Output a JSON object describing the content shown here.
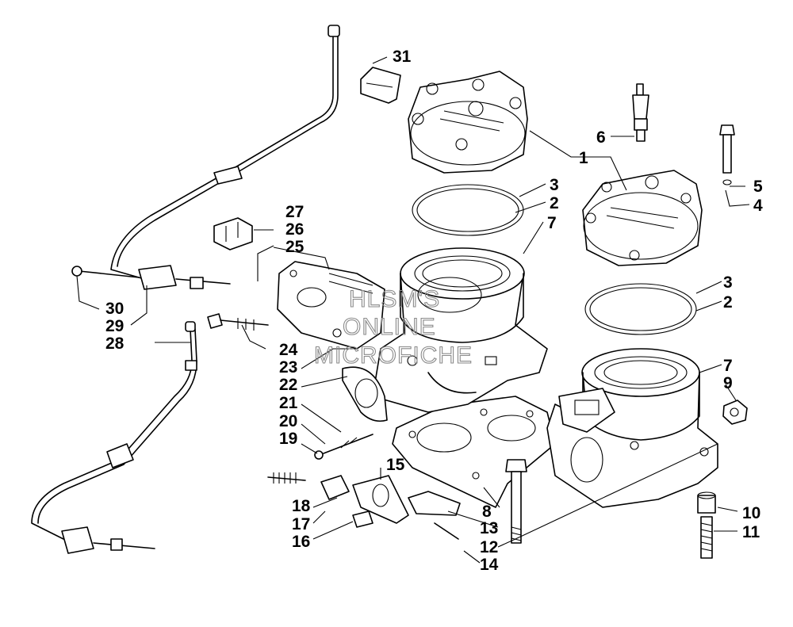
{
  "watermark": [
    "HLSM'S",
    "ONLINE",
    "MICROFICHE"
  ],
  "callouts": {
    "c1": "1",
    "c2a": "2",
    "c2b": "2",
    "c3a": "3",
    "c3b": "3",
    "c4": "4",
    "c5": "5",
    "c6": "6",
    "c7a": "7",
    "c7b": "7",
    "c8": "8",
    "c9": "9",
    "c10": "10",
    "c11": "11",
    "c12": "12",
    "c13": "13",
    "c14": "14",
    "c15": "15",
    "c16": "16",
    "c17": "17",
    "c18": "18",
    "c19": "19",
    "c20": "20",
    "c21": "21",
    "c22": "22",
    "c23": "23",
    "c24": "24",
    "c25": "25",
    "c26": "26",
    "c27": "27",
    "c28": "28",
    "c29": "29",
    "c30": "30",
    "c31": "31"
  },
  "parts": [
    {
      "id": "cylinder-head-left",
      "label": "1"
    },
    {
      "id": "cylinder-head-right",
      "label": "1"
    },
    {
      "id": "o-ring",
      "label": "2"
    },
    {
      "id": "gasket-ring",
      "label": "3"
    },
    {
      "id": "washer",
      "label": "4"
    },
    {
      "id": "head-bolt",
      "label": "5"
    },
    {
      "id": "spark-plug",
      "label": "6"
    },
    {
      "id": "cylinder",
      "label": "7"
    },
    {
      "id": "base-gasket",
      "label": "8"
    },
    {
      "id": "flange-nut",
      "label": "9"
    },
    {
      "id": "spacer",
      "label": "10"
    },
    {
      "id": "stud",
      "label": "11"
    },
    {
      "id": "long-bolt",
      "label": "12"
    },
    {
      "id": "exhaust-valve-cover",
      "label": "13"
    },
    {
      "id": "cable-cable",
      "label": "28"
    },
    {
      "id": "bracket-clip",
      "label": "31"
    }
  ]
}
